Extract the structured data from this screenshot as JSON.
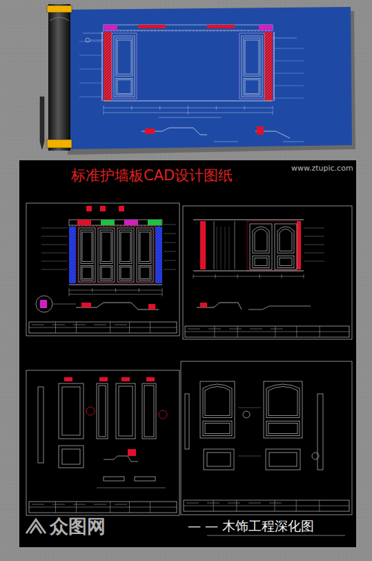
{
  "diagram": {
    "title": "标准护墙板CAD设计图纸",
    "labels": [
      "www.ztupic.com",
      "— — 木饰工程深化图",
      "众图网"
    ]
  }
}
